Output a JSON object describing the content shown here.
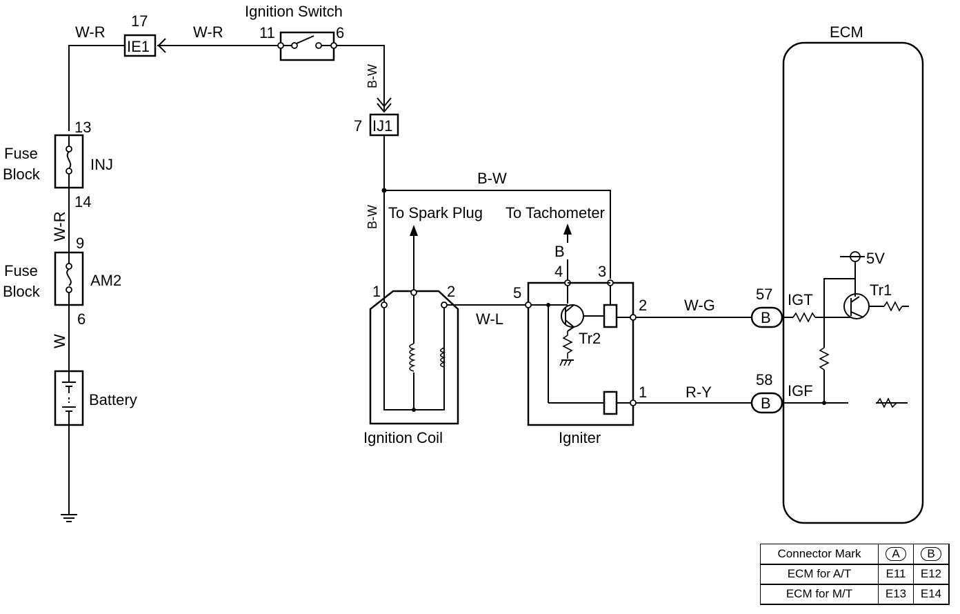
{
  "labels": {
    "ignition_switch": "Ignition Switch",
    "ecm": "ECM",
    "fuse_block_1": [
      "Fuse",
      "Block"
    ],
    "fuse_block_2": [
      "Fuse",
      "Block"
    ],
    "inj": "INJ",
    "am2": "AM2",
    "battery": "Battery",
    "ignition_coil": "Ignition Coil",
    "igniter": "Igniter",
    "to_spark_plug": "To Spark Plug",
    "to_tachometer": "To Tachometer",
    "igt": "IGT",
    "igf": "IGF",
    "tr1": "Tr1",
    "tr2": "Tr2",
    "five_v": "5V"
  },
  "connectors": {
    "ie1": "IE1",
    "ij1": "IJ1",
    "b57": "B",
    "b58": "B"
  },
  "pins": {
    "ie1_17": "17",
    "sw_11": "11",
    "sw_6": "6",
    "ij1_7": "7",
    "inj_13": "13",
    "inj_14": "14",
    "am2_9": "9",
    "am2_6": "6",
    "coil_1": "1",
    "coil_2": "2",
    "ign_5": "5",
    "ign_4": "4",
    "ign_3": "3",
    "ign_2": "2",
    "ign_1": "1",
    "ecm_57": "57",
    "ecm_58": "58"
  },
  "wires": {
    "wr_top_left": "W-R",
    "wr_top_mid": "W-R",
    "bw_vertical": "B-W",
    "bw_horizontal": "B-W",
    "bw_coil": "B-W",
    "wr_fuse": "W-R",
    "w_battery": "W",
    "wl": "W-L",
    "b_tach": "B",
    "wg": "W-G",
    "ry": "R-Y"
  },
  "legend": {
    "header": "Connector Mark",
    "col_a": "A",
    "col_b": "B",
    "rows": [
      {
        "label": "ECM for A/T",
        "a": "E11",
        "b": "E12"
      },
      {
        "label": "ECM for M/T",
        "a": "E13",
        "b": "E14"
      }
    ]
  }
}
